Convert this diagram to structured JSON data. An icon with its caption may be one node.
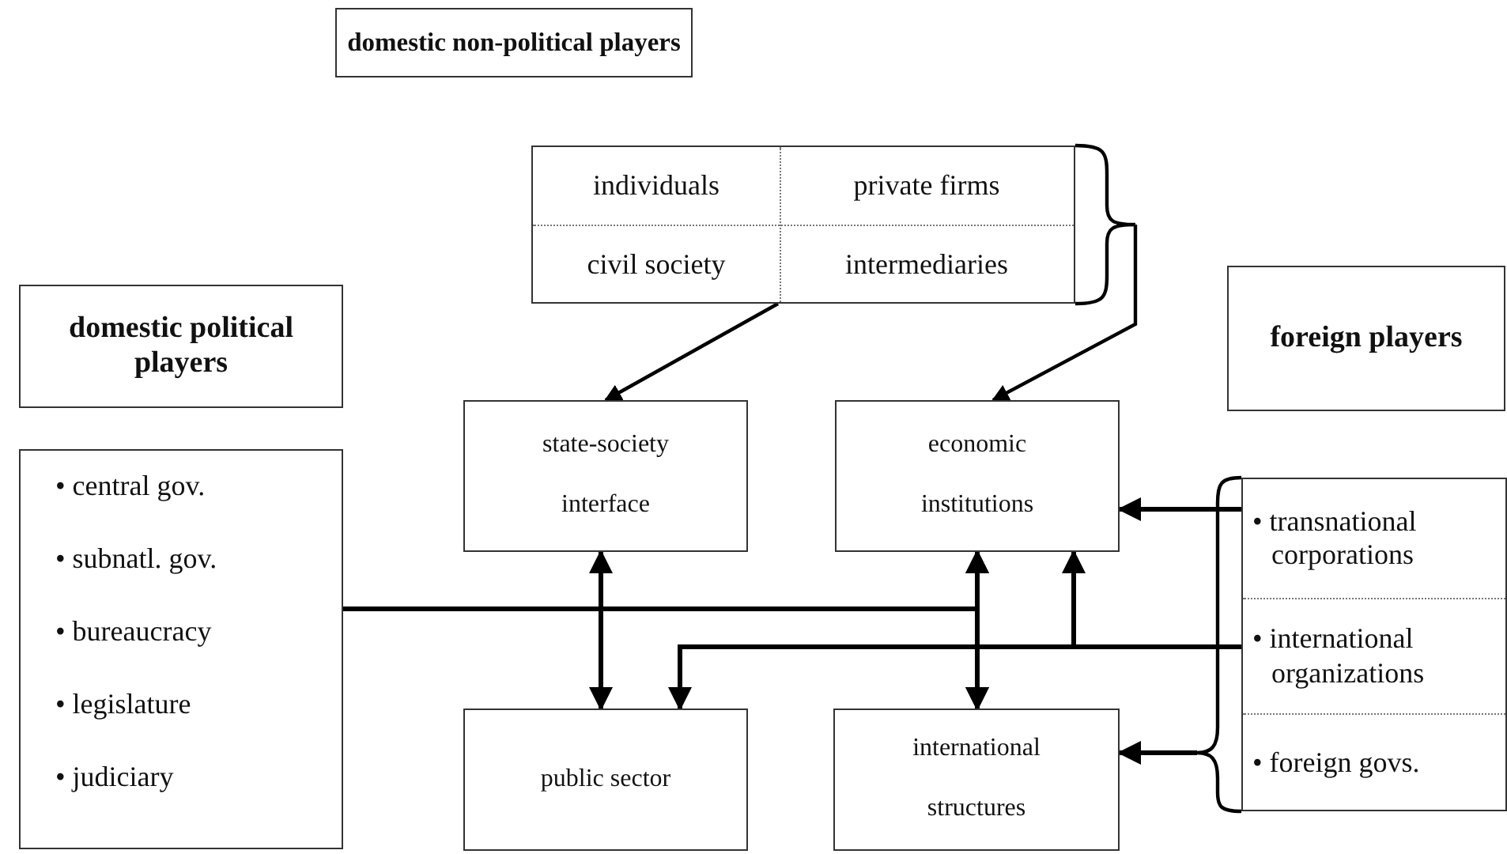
{
  "diagram": {
    "nodes": [
      {
        "text": [
          "domestic non-political players"
        ]
      },
      {
        "text": [
          "individuals",
          "private firms",
          "civil society",
          "intermediaries"
        ]
      },
      {
        "text": [
          "domestic political players"
        ]
      },
      {
        "text": [
          "• central gov.",
          "• subnatl. gov.",
          "• bureaucracy",
          "• legislature",
          "• judiciary"
        ]
      },
      {
        "text": [
          "foreign players"
        ]
      },
      {
        "text": [],
        "shape": "box"
      },
      {
        "text": [
          "• transnational corporations"
        ],
        "in": 5
      },
      {
        "text": [
          "• international organizations"
        ],
        "in": 5
      },
      {
        "text": [
          "• foreign govs."
        ],
        "in": 5
      },
      {
        "text": [
          "state-society interface"
        ]
      },
      {
        "text": [
          "economic institutions"
        ]
      },
      {
        "text": [
          "public sector"
        ]
      },
      {
        "text": [
          "international structures"
        ]
      }
    ],
    "edges": [
      {
        "from": 1,
        "to": 9,
        "arrow": "to"
      },
      {
        "from": 1,
        "to": 10,
        "arrow": "to"
      },
      {
        "from": 9,
        "to": 11,
        "arrow": "both"
      },
      {
        "from": 10,
        "to": 12,
        "arrow": "both"
      },
      {
        "from": 3,
        "to": 10,
        "arrow": "to"
      },
      {
        "from": 3,
        "to": 12,
        "arrow": "to"
      },
      {
        "from": 6,
        "to": 10,
        "arrow": "to"
      },
      {
        "from": 7,
        "to": 10,
        "arrow": "to"
      },
      {
        "from": 7,
        "to": 11,
        "arrow": "to"
      },
      {
        "from": 5,
        "to": 12,
        "arrow": "to"
      }
    ]
  }
}
